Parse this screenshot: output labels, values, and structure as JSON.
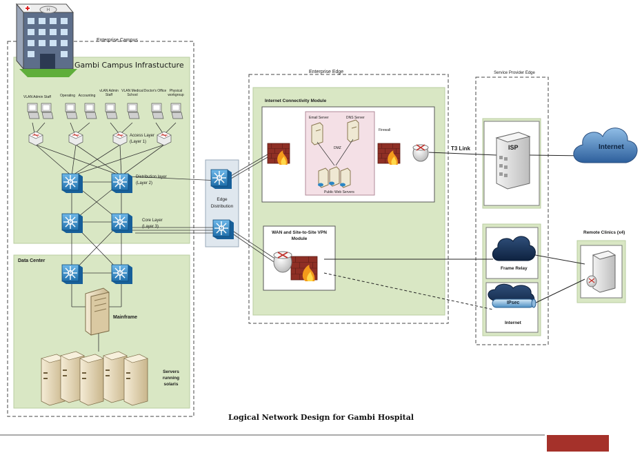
{
  "caption": "Logical Network Design for Gambi Hospital",
  "campus": {
    "region_label": "Enterprise Campus",
    "title": "Gambi Campus Infrastucture",
    "workgroups": [
      "VLAN Admin Staff",
      "Operating",
      "Accounting",
      "vLAN Admin Staff",
      "VLAN Medical School",
      "Doctor's Office",
      "Physical workgroup"
    ],
    "access_layer_label": "Access Layer (Layer 1)",
    "distribution_layer_label": "Distribution layer (Layer 2)",
    "core_layer_label": "Core Layer (Layer 3)",
    "switch_glyph": "SI",
    "data_center": {
      "title": "Data Center",
      "mainframe_label": "Mainframe",
      "servers_label": "Servers running solaris"
    }
  },
  "edge_distribution_label": "Edge Distribution",
  "enterprise_edge": {
    "region_label": "Enterprise Edge",
    "internet_module": {
      "title": "Internet Connectivity Module",
      "email_server": "Email Server",
      "dns_server": "DNS Server",
      "dmz": "DMZ",
      "firewall": "Firewall",
      "web_servers": "Public Web Servers"
    },
    "wan_module": {
      "title": "WAN and Site-to-Site VPN Module"
    }
  },
  "t3_link_label": "T3 Link",
  "service_provider": {
    "region_label": "Service Provider Edge",
    "isp": "ISP",
    "frame_relay": "Frame Relay",
    "ipsec": "IPsec",
    "internet_small": "Internet"
  },
  "internet_cloud": "Internet",
  "remote_clinics": "Remote Clinics (x4)",
  "icons": [
    "hospital-building-icon",
    "pc-icon",
    "access-switch-icon",
    "multilayer-switch-icon",
    "firewall-icon",
    "router-icon",
    "server-icon",
    "cloud-icon",
    "tunnel-icon",
    "mainframe-icon"
  ],
  "colors": {
    "module_green": "#d9e7c4",
    "module_border": "#b9cca0",
    "dmz_pink": "#f4e0e6",
    "switch_blue": "#2b86c5",
    "cloud_blue": "#3f77b5",
    "accent_red": "#a5312a"
  }
}
